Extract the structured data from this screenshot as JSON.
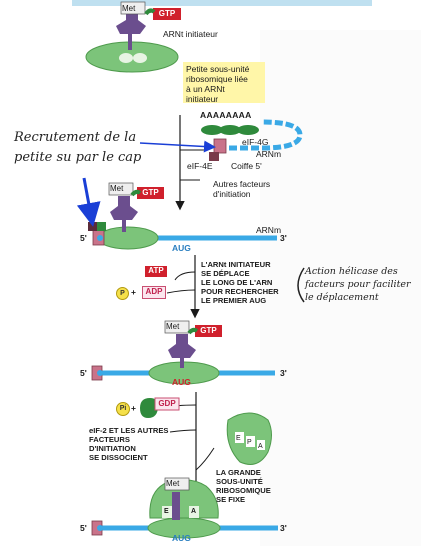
{
  "colors": {
    "mrna": "#3aa9e6",
    "ribosome": "#7cc47a",
    "trna": "#6b4e8e",
    "gtp": "#d0202c",
    "cap": "#c9738a",
    "annotation_box": "#fff6a8",
    "arrow": "#1a3fd6",
    "eif4g": "#2f8a3c",
    "page_strip": "#bfe0f0"
  },
  "labels": {
    "met": "Met",
    "gtp": "GTP",
    "gdp": "GDP",
    "atp": "ATP",
    "adp": "ADP",
    "p": "P",
    "pi": "Pi",
    "trna_initiator": "ARNt initiateur",
    "small_subunit_box": [
      "Petite sous-unité",
      "ribosomique liée",
      "à un ARNt",
      "initiateur"
    ],
    "poly_a": "AAAAAAAA",
    "eif4g": "eIF-4G",
    "arnm": "ARNm",
    "eif4e": "eIF-4E",
    "coiffe": "Coiffe 5'",
    "autres_facteurs": [
      "Autres facteurs",
      "d'initiation"
    ],
    "five_prime": "5'",
    "three_prime": "3'",
    "aug": "AUG",
    "scan_text": [
      "L'ARNt INITIATEUR",
      "SE DÉPLACE",
      "LE LONG DE L'ARN",
      "POUR RECHERCHER",
      "LE PREMIER AUG"
    ],
    "dissociate_text": [
      "eIF-2 ET LES AUTRES",
      "FACTEURS",
      "D'INITIATION",
      "SE DISSOCIENT"
    ],
    "large_subunit_text": [
      "LA GRANDE",
      "SOUS-UNITÉ",
      "RIBOSOMIQUE",
      "SE FIXE"
    ],
    "site_e": "E",
    "site_p": "P",
    "site_a": "A"
  },
  "annotations": {
    "recrutement": [
      "Recrutement de la",
      "petite su par le cap"
    ],
    "helicase": [
      "Action hélicase des",
      "facteurs pour faciliter",
      "le déplacement"
    ]
  }
}
